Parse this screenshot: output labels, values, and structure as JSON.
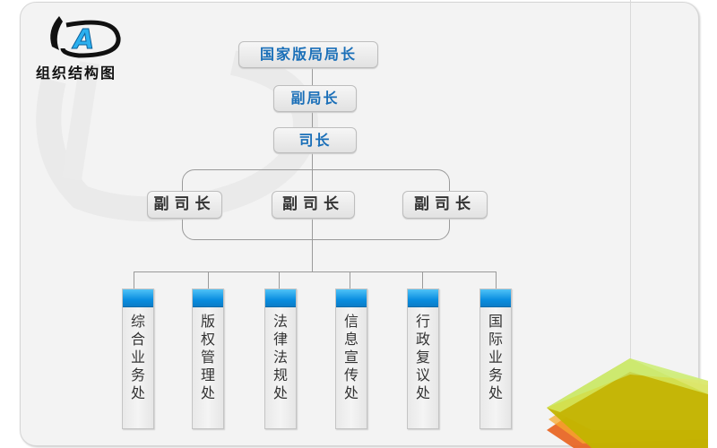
{
  "header": {
    "logo_letter": "A",
    "title": "组织结构图"
  },
  "chart": {
    "level1": "国家版局局长",
    "level2": "副局长",
    "level3": "司长",
    "deputies": [
      "副司长",
      "副司长",
      "副司长"
    ],
    "departments": [
      {
        "label": "综合业务处"
      },
      {
        "label": "版权管理处"
      },
      {
        "label": "法律法规处"
      },
      {
        "label": "信息宣传处"
      },
      {
        "label": "行政复议处"
      },
      {
        "label": "国际业务处"
      }
    ]
  },
  "colors": {
    "accent_blue": "#1a6fb8",
    "dept_header_blue": "#0a8ee0",
    "panel_bg": "#f3f3f3",
    "connector": "#9a9a9a"
  }
}
